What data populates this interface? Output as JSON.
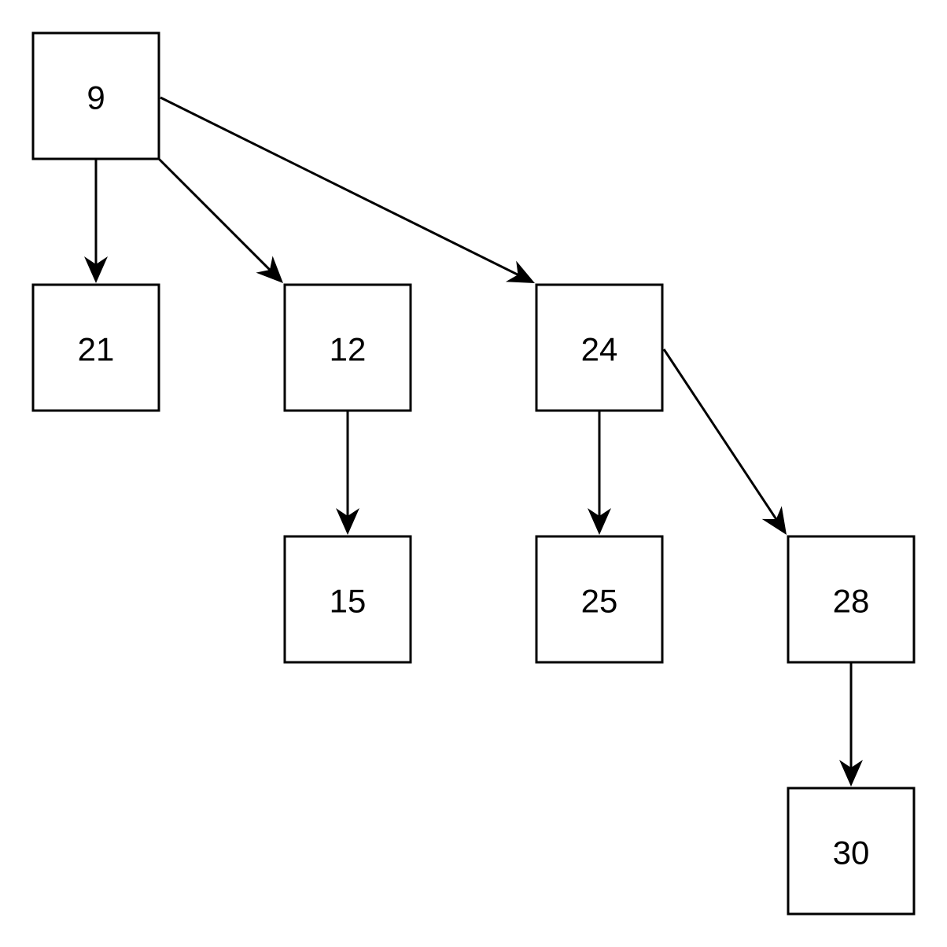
{
  "diagram": {
    "type": "tree",
    "colors": {
      "stroke": "#000000",
      "fill": "#ffffff",
      "text": "#000000"
    },
    "nodes": [
      {
        "id": "n9",
        "label": "9"
      },
      {
        "id": "n21",
        "label": "21"
      },
      {
        "id": "n12",
        "label": "12"
      },
      {
        "id": "n24",
        "label": "24"
      },
      {
        "id": "n15",
        "label": "15"
      },
      {
        "id": "n25",
        "label": "25"
      },
      {
        "id": "n28",
        "label": "28"
      },
      {
        "id": "n30",
        "label": "30"
      }
    ],
    "edges": [
      {
        "from": "n9",
        "to": "n21"
      },
      {
        "from": "n9",
        "to": "n12"
      },
      {
        "from": "n9",
        "to": "n24"
      },
      {
        "from": "n12",
        "to": "n15"
      },
      {
        "from": "n24",
        "to": "n25"
      },
      {
        "from": "n24",
        "to": "n28"
      },
      {
        "from": "n28",
        "to": "n30"
      }
    ]
  }
}
